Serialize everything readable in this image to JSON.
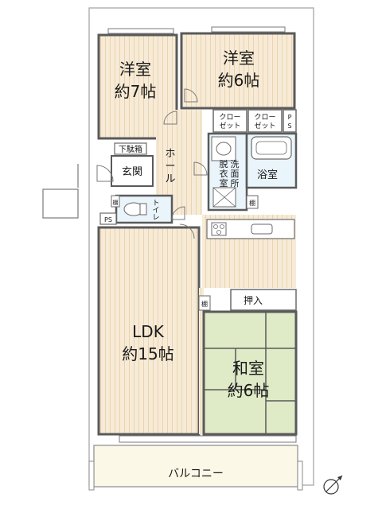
{
  "rooms": {
    "western_room_1": {
      "name": "洋室",
      "size": "約7帖"
    },
    "western_room_2": {
      "name": "洋室",
      "size": "約6帖"
    },
    "ldk": {
      "name": "LDK",
      "size": "約15帖"
    },
    "japanese_room": {
      "name": "和室",
      "size": "約6帖"
    }
  },
  "labels": {
    "closet_1": [
      "クロー",
      "ゼット"
    ],
    "closet_2": [
      "クロー",
      "ゼット"
    ],
    "ps_top": [
      "P",
      "S"
    ],
    "shoe_box": "下駄箱",
    "entrance": "玄関",
    "hall": [
      "ホ",
      "ー",
      "ル"
    ],
    "washroom": [
      "洗",
      "面",
      "所"
    ],
    "dressing": [
      "脱",
      "衣",
      "室"
    ],
    "bathroom": "浴室",
    "toilet": [
      "ト",
      "イ",
      "レ"
    ],
    "ps_bottom": "PS",
    "shelf_1": "棚",
    "shelf_2": "棚",
    "shelf_3": "棚",
    "oshiire": "押入",
    "balcony": "バルコニー"
  },
  "colors": {
    "wood_floor": "#f7ebd7",
    "tatami": "#dfeac7",
    "wet_area": "#eaf4fb",
    "balcony": "#fbf8e8",
    "wall": "#5a5a5a",
    "outline": "#9a9a9a"
  }
}
